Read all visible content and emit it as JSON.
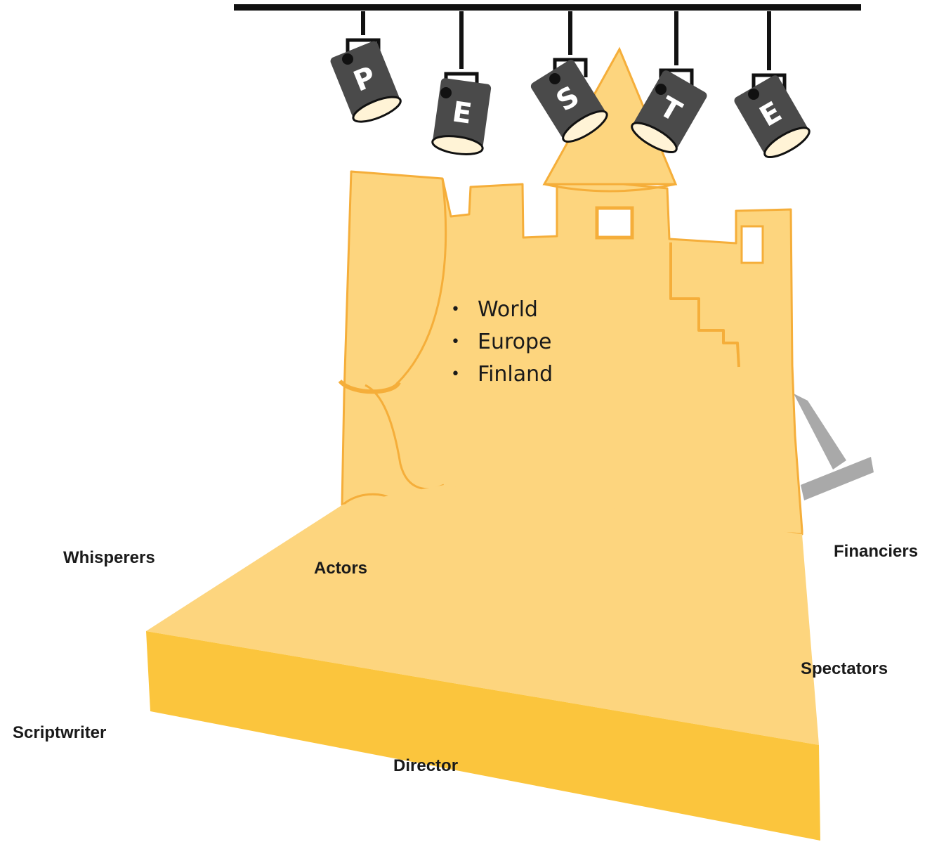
{
  "spotlights": [
    {
      "letter": "P",
      "icon": "spotlight-icon"
    },
    {
      "letter": "E",
      "icon": "spotlight-icon"
    },
    {
      "letter": "S",
      "icon": "spotlight-icon"
    },
    {
      "letter": "T",
      "icon": "spotlight-icon"
    },
    {
      "letter": "E",
      "icon": "spotlight-icon"
    }
  ],
  "backdrop_list": [
    "World",
    "Europe",
    "Finland"
  ],
  "roles": {
    "whisperers": "Whisperers",
    "actors": "Actors",
    "financiers": "Financiers",
    "spectators": "Spectators",
    "scriptwriter": "Scriptwriter",
    "director": "Director"
  },
  "colors": {
    "stage_top": "#FDD57E",
    "stage_front": "#FBC53D",
    "backdrop": "#FDD57E",
    "outline": "#F5AE3A",
    "lamp_body": "#4A4A4A",
    "lamp_light": "#FFF3D6",
    "support": "#A9A9A9",
    "rail": "#111111"
  }
}
